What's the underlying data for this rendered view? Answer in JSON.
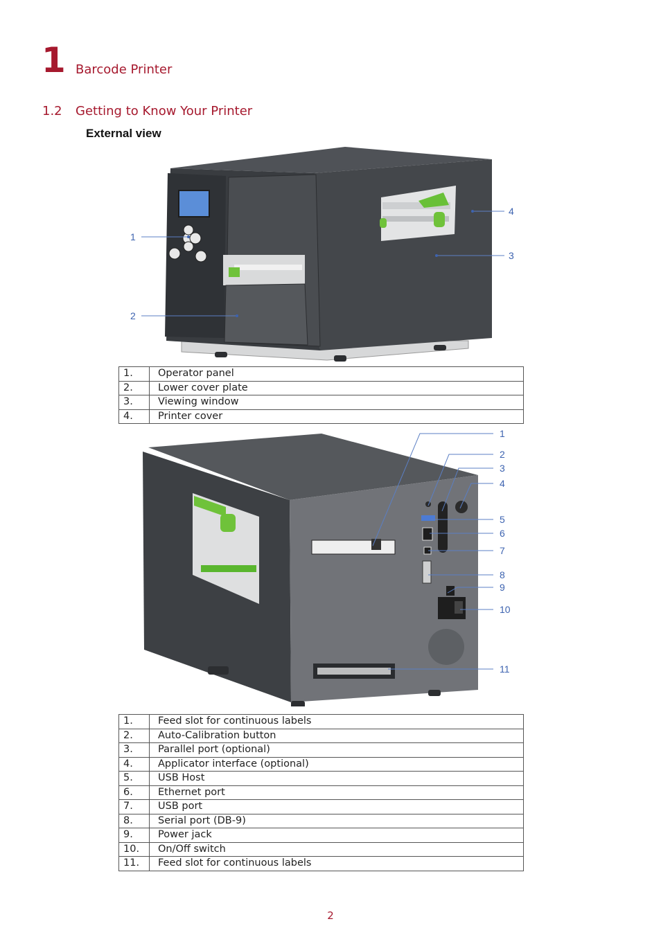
{
  "header": {
    "chapter_number": "1",
    "chapter_title": "Barcode Printer",
    "section_number": "1.2",
    "section_title": "Getting to Know Your Printer",
    "subheading": "External view"
  },
  "front_view": {
    "callouts": [
      "1",
      "2",
      "3",
      "4"
    ],
    "legend": [
      {
        "num": "1.",
        "label": "Operator panel"
      },
      {
        "num": "2.",
        "label": "Lower cover plate"
      },
      {
        "num": "3.",
        "label": "Viewing window"
      },
      {
        "num": "4.",
        "label": "Printer cover"
      }
    ]
  },
  "rear_view": {
    "callouts": [
      "1",
      "2",
      "3",
      "4",
      "5",
      "6",
      "7",
      "8",
      "9",
      "10",
      "11"
    ],
    "legend": [
      {
        "num": "1.",
        "label": "Feed slot for continuous labels"
      },
      {
        "num": "2.",
        "label": "Auto-Calibration button"
      },
      {
        "num": "3.",
        "label": "Parallel port (optional)"
      },
      {
        "num": "4.",
        "label": "Applicator interface (optional)"
      },
      {
        "num": "5.",
        "label": "USB Host"
      },
      {
        "num": "6.",
        "label": "Ethernet port"
      },
      {
        "num": "7.",
        "label": "USB port"
      },
      {
        "num": "8.",
        "label": "Serial port (DB-9)"
      },
      {
        "num": "9.",
        "label": "Power jack"
      },
      {
        "num": "10.",
        "label": "On/Off switch"
      },
      {
        "num": "11.",
        "label": "Feed slot for continuous labels"
      }
    ]
  },
  "footer": {
    "page_number": "2"
  },
  "colors": {
    "accent": "#a6192e",
    "callout": "#3d63b0",
    "printer_body": "#3f4246"
  }
}
